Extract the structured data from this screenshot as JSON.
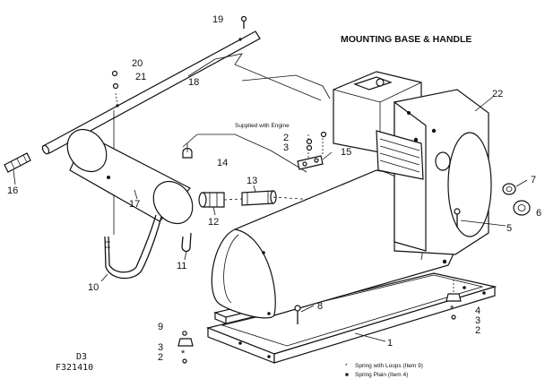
{
  "title": "MOUNTING BASE & HANDLE",
  "supplied_note": "Supplied with Engine",
  "code_line1": "D3",
  "code_line2": "F321410",
  "legend": [
    {
      "marker": "*",
      "text": "Spring with Loops (Item 9)"
    },
    {
      "marker": "■",
      "text": "Spring Plain (Item 4)"
    }
  ],
  "callouts": [
    {
      "id": "c19",
      "label": "19"
    },
    {
      "id": "c20",
      "label": "20"
    },
    {
      "id": "c21",
      "label": "21"
    },
    {
      "id": "c18",
      "label": "18"
    },
    {
      "id": "c16",
      "label": "16"
    },
    {
      "id": "c17",
      "label": "17"
    },
    {
      "id": "c14",
      "label": "14"
    },
    {
      "id": "c13",
      "label": "13"
    },
    {
      "id": "c12",
      "label": "12"
    },
    {
      "id": "c11",
      "label": "11"
    },
    {
      "id": "c10",
      "label": "10"
    },
    {
      "id": "c2a",
      "label": "2"
    },
    {
      "id": "c3a",
      "label": "3"
    },
    {
      "id": "c15",
      "label": "15"
    },
    {
      "id": "c22",
      "label": "22"
    },
    {
      "id": "c7",
      "label": "7"
    },
    {
      "id": "c6",
      "label": "6"
    },
    {
      "id": "c5",
      "label": "5"
    },
    {
      "id": "c4",
      "label": "4"
    },
    {
      "id": "c3b",
      "label": "3"
    },
    {
      "id": "c2b",
      "label": "2"
    },
    {
      "id": "c8",
      "label": "8"
    },
    {
      "id": "c1",
      "label": "1"
    },
    {
      "id": "c9",
      "label": "9"
    },
    {
      "id": "c3c",
      "label": "3"
    },
    {
      "id": "c2c",
      "label": "2"
    }
  ]
}
